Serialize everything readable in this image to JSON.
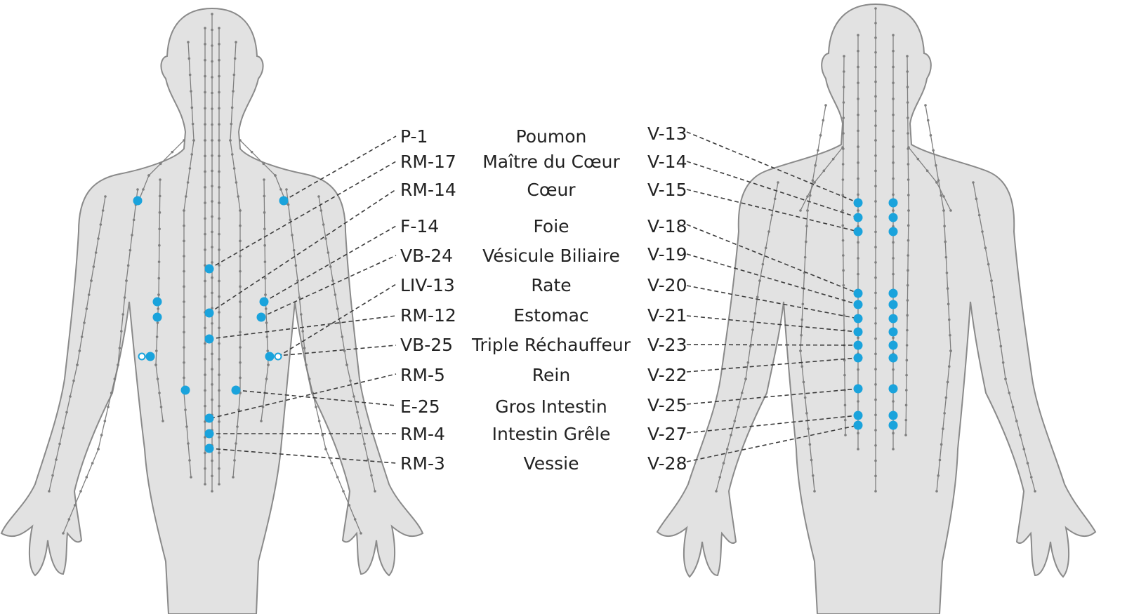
{
  "figure": {
    "colors": {
      "point": "#1aa3dc",
      "body_fill": "#e2e2e2",
      "body_outline": "#8a8a8a",
      "meridian_line": "#7f7f7f",
      "leader_line": "#3c3c3c",
      "text": "#222222"
    },
    "views": [
      "front",
      "back"
    ],
    "rows": [
      {
        "front_code": "P-1",
        "organ": "Poumon",
        "back_code": "V-13"
      },
      {
        "front_code": "RM-17",
        "organ": "Maître du Cœur",
        "back_code": "V-14"
      },
      {
        "front_code": "RM-14",
        "organ": "Cœur",
        "back_code": "V-15"
      },
      {
        "front_code": "F-14",
        "organ": "Foie",
        "back_code": "V-18"
      },
      {
        "front_code": "VB-24",
        "organ": "Vésicule Biliaire",
        "back_code": "V-19"
      },
      {
        "front_code": "LIV-13",
        "organ": "Rate",
        "back_code": "V-20"
      },
      {
        "front_code": "RM-12",
        "organ": "Estomac",
        "back_code": "V-21"
      },
      {
        "front_code": "VB-25",
        "organ": "Triple Réchauffeur",
        "back_code": "V-23"
      },
      {
        "front_code": "RM-5",
        "organ": "Rein",
        "back_code": "V-22"
      },
      {
        "front_code": "E-25",
        "organ": "Gros Intestin",
        "back_code": "V-25"
      },
      {
        "front_code": "RM-4",
        "organ": "Intestin Grêle",
        "back_code": "V-27"
      },
      {
        "front_code": "RM-3",
        "organ": "Vessie",
        "back_code": "V-28"
      }
    ]
  }
}
